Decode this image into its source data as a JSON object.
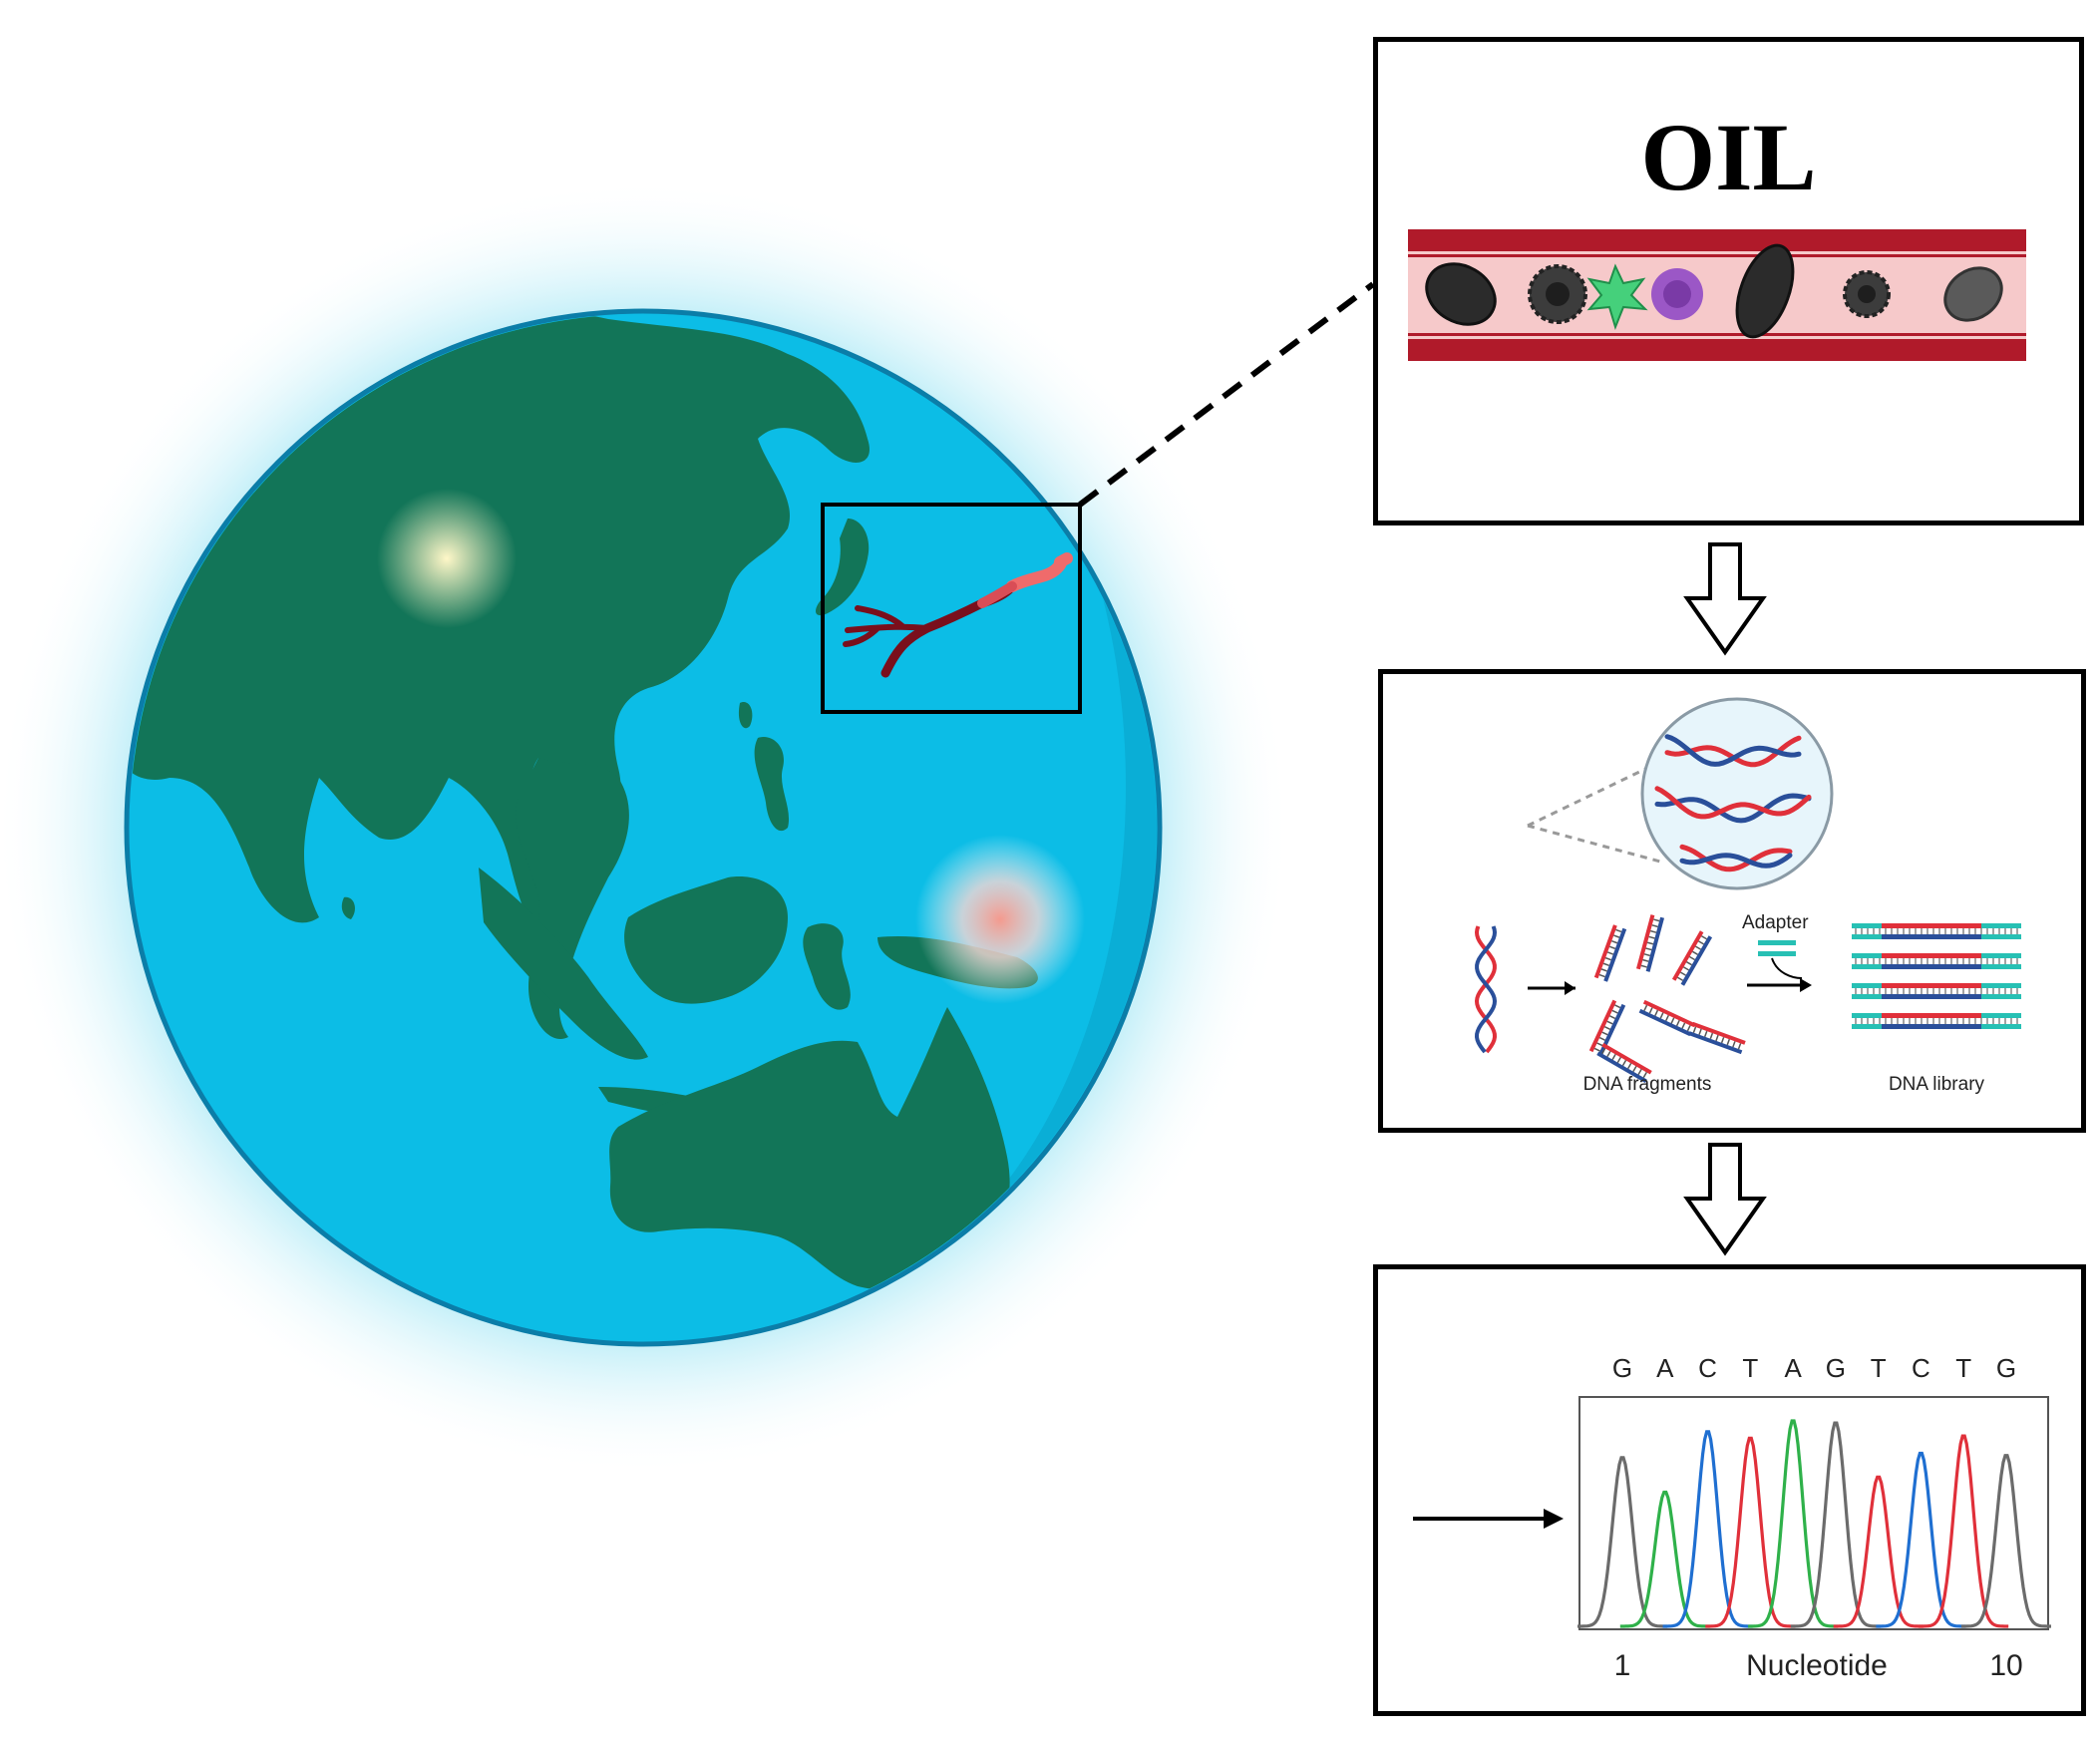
{
  "oil_panel": {
    "title": "OIL"
  },
  "library_panel": {
    "adapter_label": "Adapter",
    "fragments_label": "DNA fragments",
    "library_label": "DNA library"
  },
  "sequencing_panel": {
    "bases": [
      "G",
      "A",
      "C",
      "T",
      "A",
      "G",
      "T",
      "C",
      "T",
      "G"
    ],
    "xlabel": "Nucleotide",
    "tick_start": "1",
    "tick_end": "10",
    "base_colors": {
      "G": "#6b6b6b",
      "A": "#2fb14a",
      "C": "#1f6fd1",
      "T": "#e0303a"
    },
    "peak_heights": [
      0.78,
      0.62,
      0.9,
      0.87,
      0.95,
      0.94,
      0.69,
      0.8,
      0.88,
      0.79
    ]
  },
  "colors": {
    "ocean": "#0cbde6",
    "land": "#127558",
    "vessel_wall": "#b01a2a",
    "vessel_lumen": "#f6c9ca",
    "dna_red": "#e0303a",
    "dna_blue": "#2a4f9a",
    "adapter": "#27c0b4"
  }
}
